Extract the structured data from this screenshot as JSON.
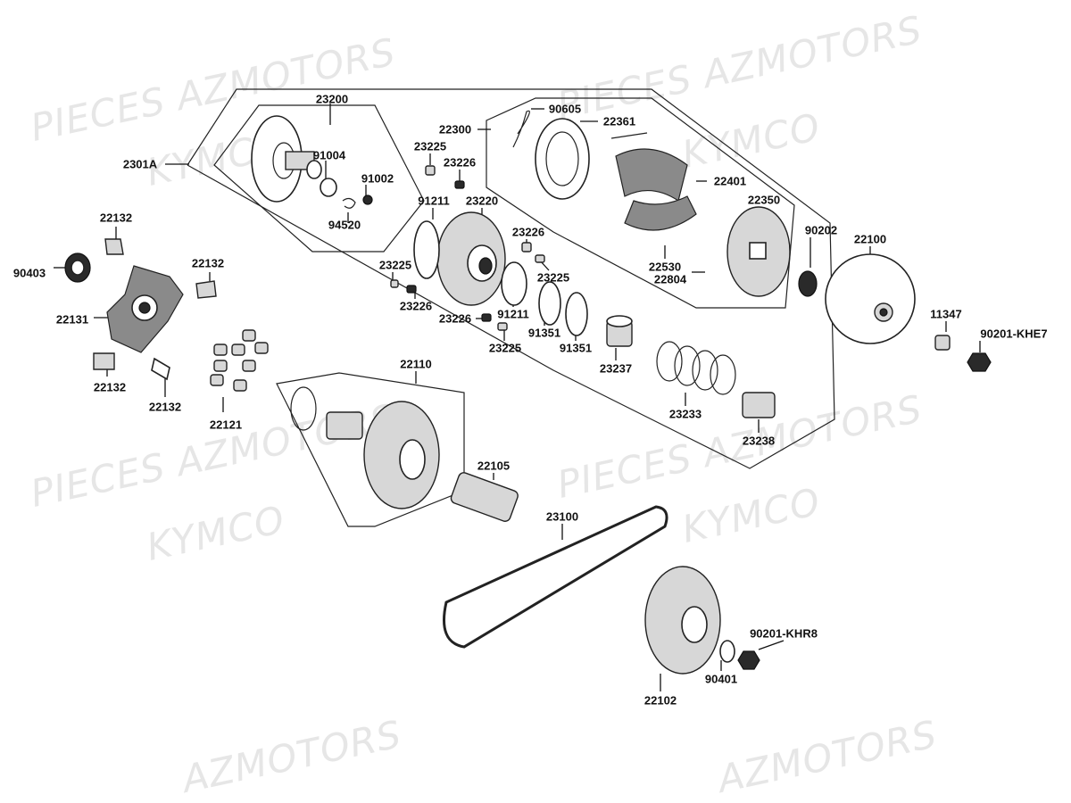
{
  "watermark": {
    "line1": "PIECES AZMOTORS",
    "line2": "KYMCO",
    "line3": "AZMOTORS"
  },
  "labels": {
    "l23200": "23200",
    "l2301A": "2301A",
    "l91004": "91004",
    "l91002": "91002",
    "l94520": "94520",
    "l22132a": "22132",
    "l90403": "90403",
    "l22132b": "22132",
    "l22131": "22131",
    "l22132c": "22132",
    "l22132d": "22132",
    "l22121": "22121",
    "l22300": "22300",
    "l90605": "90605",
    "l22361": "22361",
    "l23225a": "23225",
    "l23226a": "23226",
    "l91211a": "91211",
    "l23220": "23220",
    "l23226b": "23226",
    "l23225b": "23225",
    "l23226c": "23226",
    "l23225c": "23225",
    "l91211b": "91211",
    "l23226d": "23226",
    "l91351a": "91351",
    "l91351b": "91351",
    "l23225d": "23225",
    "l22401": "22401",
    "l22350": "22350",
    "l22530": "22530",
    "l22804": "22804",
    "l90202": "90202",
    "l22100": "22100",
    "l11347": "11347",
    "l90201KHE7": "90201-KHE7",
    "l23237": "23237",
    "l23233": "23233",
    "l23238": "23238",
    "l22110": "22110",
    "l22105": "22105",
    "l23100": "23100",
    "l90201KHR8": "90201-KHR8",
    "l90401": "90401",
    "l22102": "22102"
  }
}
